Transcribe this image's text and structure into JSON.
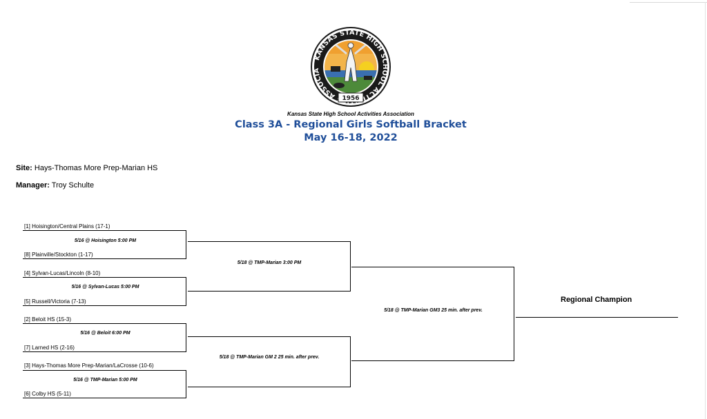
{
  "header": {
    "organization": "Kansas State High School Activities Association",
    "title": "Class 3A - Regional Girls Softball Bracket",
    "dates": "May 16-18, 2022"
  },
  "logo": {
    "ring_text": "KANSAS STATE HIGH SCHOOL ACTIVITIES ASSOCIATION INC",
    "year": "1956",
    "colors": {
      "ring": "#1a1a1a",
      "sky": "#f0a030",
      "sun": "#f5d020",
      "land": "#4d8a3a",
      "water": "#3a6fb0"
    }
  },
  "info": {
    "site_label": "Site:",
    "site_value": "Hays-Thomas More Prep-Marian HS",
    "manager_label": "Manager:",
    "manager_value": "Troy Schulte"
  },
  "round1": [
    {
      "top": "[1] Hoisington/Central Plains   (17-1)",
      "game": "5/16 @ Hoisington 5:00 PM",
      "bottom": "[8] Plainville/Stockton  (1-17)"
    },
    {
      "top": "[4] Sylvan-Lucas/Lincoln   (8-10)",
      "game": "5/16 @ Sylvan-Lucas 5:00 PM",
      "bottom": "[5] Russell/Victoria  (7-13)"
    },
    {
      "top": "[2] Beloit HS   (15-3)",
      "game": "5/16 @ Beloit 6:00 PM",
      "bottom": "[7] Larned HS  (2-16)"
    },
    {
      "top": "[3] Hays-Thomas More Prep-Marian/LaCrosse   (10-6)",
      "game": "5/16 @ TMP-Marian 5:00 PM",
      "bottom": "[6] Colby HS  (5-11)"
    }
  ],
  "round2": [
    {
      "game": "5/18 @ TMP-Marian 3:00 PM"
    },
    {
      "game": "5/18 @ TMP-Marian GM 2 25 min. after prev."
    }
  ],
  "final": {
    "game": "5/18 @ TMP-Marian GM3 25 min. after prev."
  },
  "champion_label": "Regional Champion"
}
